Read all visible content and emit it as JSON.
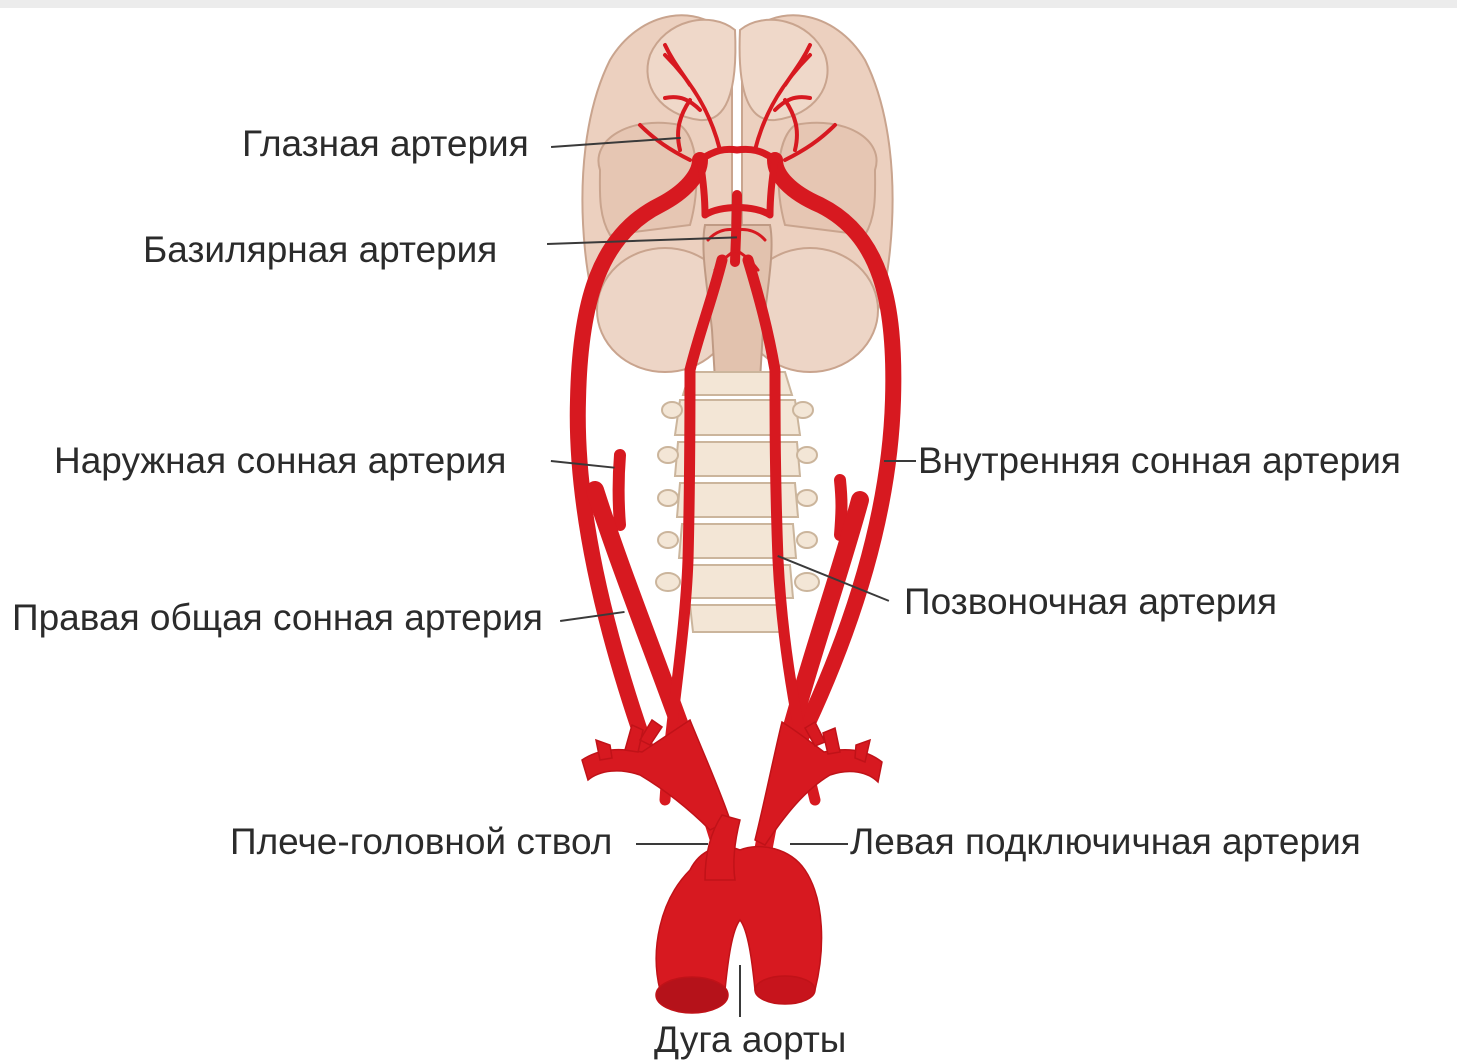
{
  "diagram": {
    "labels": {
      "ophthalmic": "Глазная артерия",
      "basilar": "Базилярная артерия",
      "external_carotid": "Наружная сонная артерия",
      "internal_carotid": "Внутренняя сонная артерия",
      "right_common_carotid": "Правая общая сонная артерия",
      "vertebral": "Позвоночная артерия",
      "brachiocephalic": "Плече-головной ствол",
      "left_subclavian": "Левая подключичная артерия",
      "aortic_arch": "Дуга аорты"
    },
    "colors": {
      "artery": "#d71920",
      "artery_dark": "#a80f15",
      "brain": "#ecd0bf",
      "brain_shadow": "#d8b39f",
      "bone": "#f3e6d6",
      "bone_shadow": "#cbb59c",
      "text": "#2b2b2b",
      "leader": "#3a3a3a"
    }
  }
}
